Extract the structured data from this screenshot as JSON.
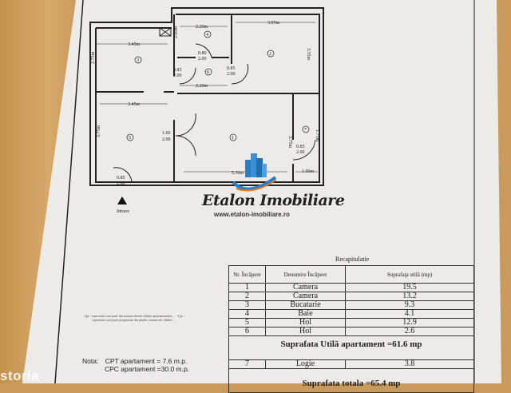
{
  "plan": {
    "rooms": [
      {
        "no": "1",
        "dims": [
          "5.30m",
          "3.75m"
        ]
      },
      {
        "no": "2",
        "dims": [
          "3.95m",
          "3.35m"
        ]
      },
      {
        "no": "3",
        "dims": [
          "3.45m",
          "2.75m"
        ]
      },
      {
        "no": "4",
        "dims": [
          "2.20m",
          "2.00m"
        ]
      },
      {
        "no": "5",
        "dims": [
          "3.45m",
          "3.75m"
        ]
      },
      {
        "no": "6",
        "dims": [
          "2.20m"
        ]
      },
      {
        "no": "7",
        "dims": [
          "1.00m",
          "1.75m"
        ]
      }
    ],
    "doors": [
      {
        "w": "0.80",
        "h": "2.00"
      },
      {
        "w": "0.85",
        "h": "2.00"
      },
      {
        "w": "0.85",
        "h": "2.00"
      },
      {
        "w": "1.60",
        "h": "2.00"
      },
      {
        "w": "0.85",
        "h": "2.00"
      },
      {
        "w": "0.85",
        "h": "2.00"
      }
    ],
    "entrance": "Intrare"
  },
  "logo": {
    "name": "Etalon Imobiliare",
    "url": "www.etalon-imobiliare.ro",
    "colors": {
      "blue": "#2a7fc4",
      "orange": "#e0782a"
    }
  },
  "table": {
    "title": "Recapitulatie",
    "headers": [
      "Nr. Încăpere",
      "Denumire Încăpere",
      "Suprafaţa utilă (mp)"
    ],
    "rows": [
      [
        "1",
        "Camera",
        "19.5"
      ],
      [
        "2",
        "Camera",
        "13.2"
      ],
      [
        "3",
        "Bucatarie",
        "9.3"
      ],
      [
        "4",
        "Baie",
        "4.1"
      ],
      [
        "5",
        "Hol",
        "12.9"
      ],
      [
        "6",
        "Hol",
        "2.6"
      ]
    ],
    "useful_total": "Suprafata Utilă apartament =61.6 mp",
    "extra_row": [
      "7",
      "Logie",
      "3.8"
    ],
    "grand_total": "Suprafata totala =65.4 mp"
  },
  "notes": {
    "legend": "- Cpt - reprezintă cota-parte din terenul aferent clădirii apartamentului ... - Cpc - reprezintă cota-parte proprietate din părţile comune ale clădirii ...",
    "nota_label": "Nota:",
    "cpt": "CPT apartament = 7.6 m.p.",
    "cpc": "CPC apartament =30.0 m.p."
  },
  "watermark": "storia"
}
